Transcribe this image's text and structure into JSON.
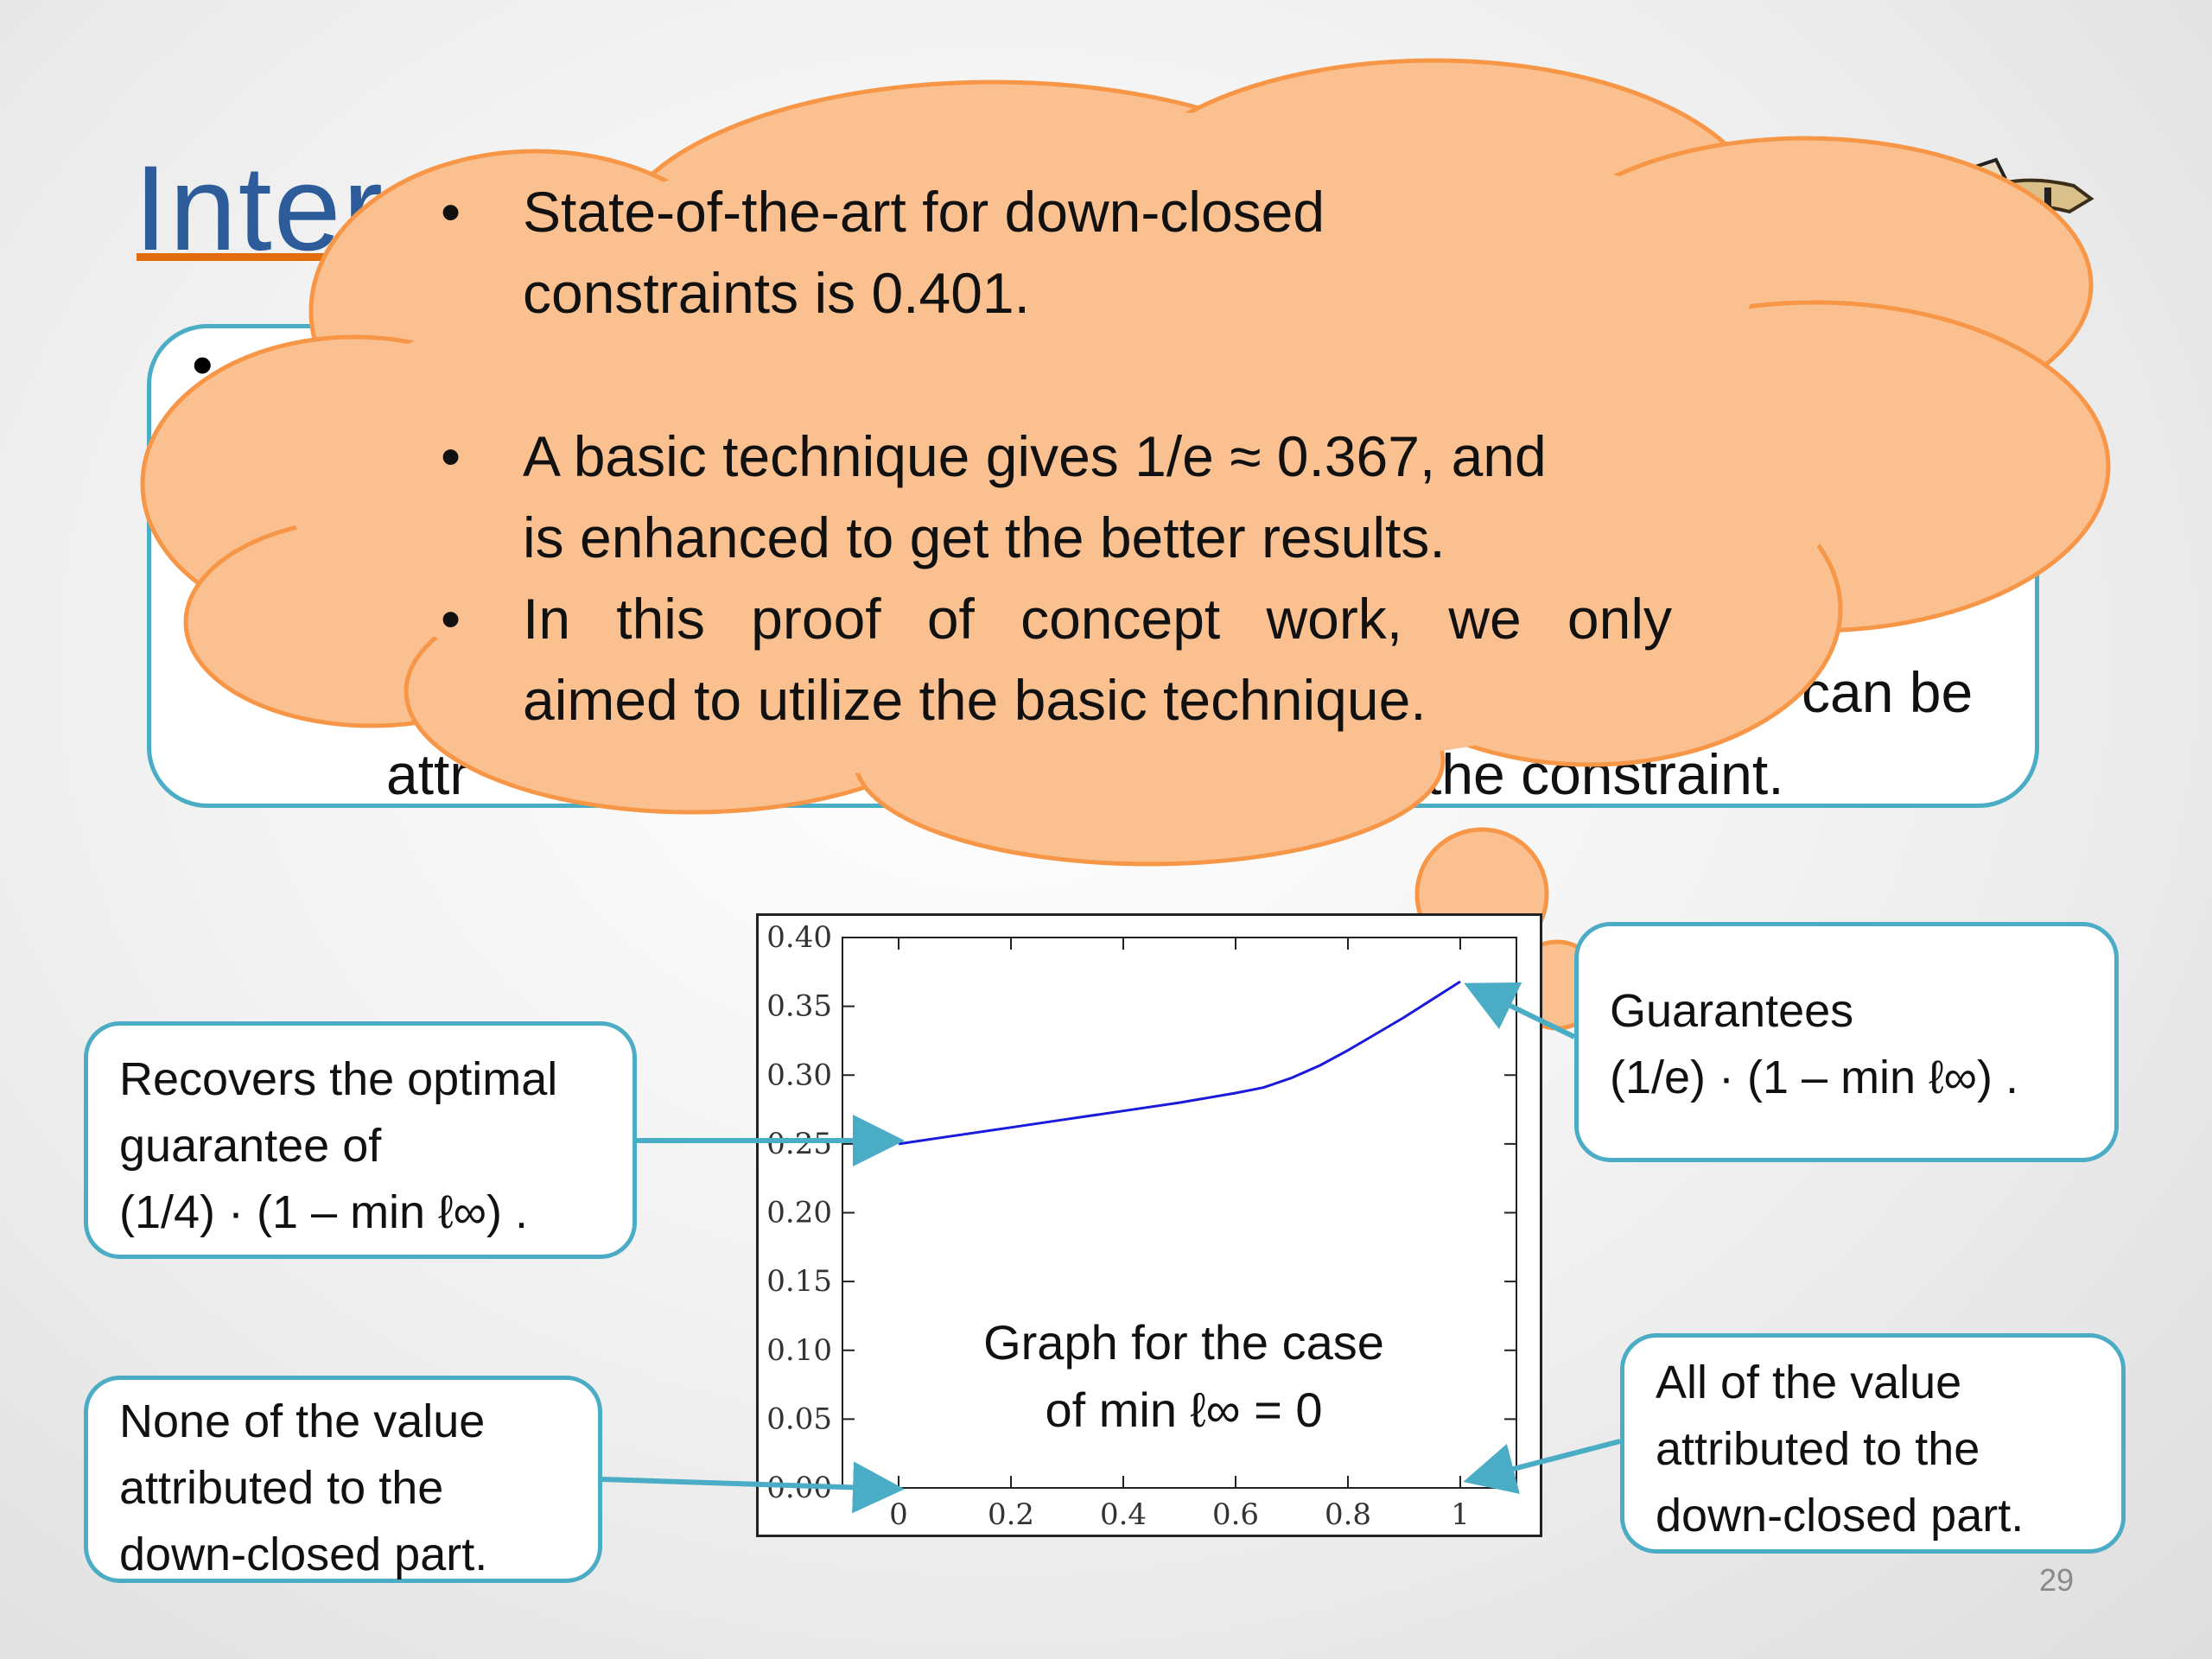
{
  "slide": {
    "title": "Inter",
    "page_number": "29"
  },
  "background_box": {
    "partial_text_right": "can  be",
    "partial_text_bottom_left": "attr",
    "partial_text_bottom_right": "the constraint."
  },
  "cloud": {
    "bullets": [
      {
        "line1": "State-of-the-art for down-closed",
        "line2": "constraints is 0.401."
      },
      {
        "line1": "A basic technique gives 1/e ≈ 0.367, and",
        "line2": "is enhanced to get the better results."
      },
      {
        "line1": "In this proof of concept work, we only",
        "line2": "aimed to utilize the basic technique."
      }
    ],
    "colors": {
      "fill": "#fac090",
      "stroke": "#f79646"
    }
  },
  "callouts": {
    "recovers": {
      "line1": "Recovers the optimal",
      "line2": "guarantee of",
      "line3": " (1/4) · (1 – min ℓ∞) ."
    },
    "guarantees": {
      "line1": "Guarantees",
      "line2": " (1/e) · (1 – min ℓ∞) ."
    },
    "none": {
      "line1": "None of the value",
      "line2": "attributed to the",
      "line3": "down-closed part."
    },
    "all": {
      "line1": "All of the value",
      "line2": "attributed to the",
      "line3": "down-closed part."
    }
  },
  "chart_caption": {
    "line1": "Graph for the case",
    "line2": "of min ℓ∞ = 0"
  },
  "chart_data": {
    "type": "line",
    "title": "",
    "xlabel": "",
    "ylabel": "",
    "xlim": [
      -0.1,
      1.1
    ],
    "ylim": [
      0,
      0.4
    ],
    "x_ticks": [
      "0",
      "0.2",
      "0.4",
      "0.6",
      "0.8",
      "1"
    ],
    "y_ticks": [
      "0.00",
      "0.05",
      "0.10",
      "0.15",
      "0.20",
      "0.25",
      "0.30",
      "0.35",
      "0.40"
    ],
    "series": [
      {
        "color": "#1a1adb",
        "x": [
          0,
          0.1,
          0.2,
          0.3,
          0.4,
          0.5,
          0.6,
          0.65,
          0.7,
          0.75,
          0.8,
          0.85,
          0.9,
          0.95,
          1.0
        ],
        "y": [
          0.25,
          0.256,
          0.262,
          0.268,
          0.274,
          0.28,
          0.287,
          0.291,
          0.298,
          0.307,
          0.318,
          0.33,
          0.342,
          0.355,
          0.368
        ]
      }
    ]
  },
  "colors": {
    "accent": "#4bacc6",
    "title": "#2e5c9a",
    "underline": "#e36c0a"
  }
}
